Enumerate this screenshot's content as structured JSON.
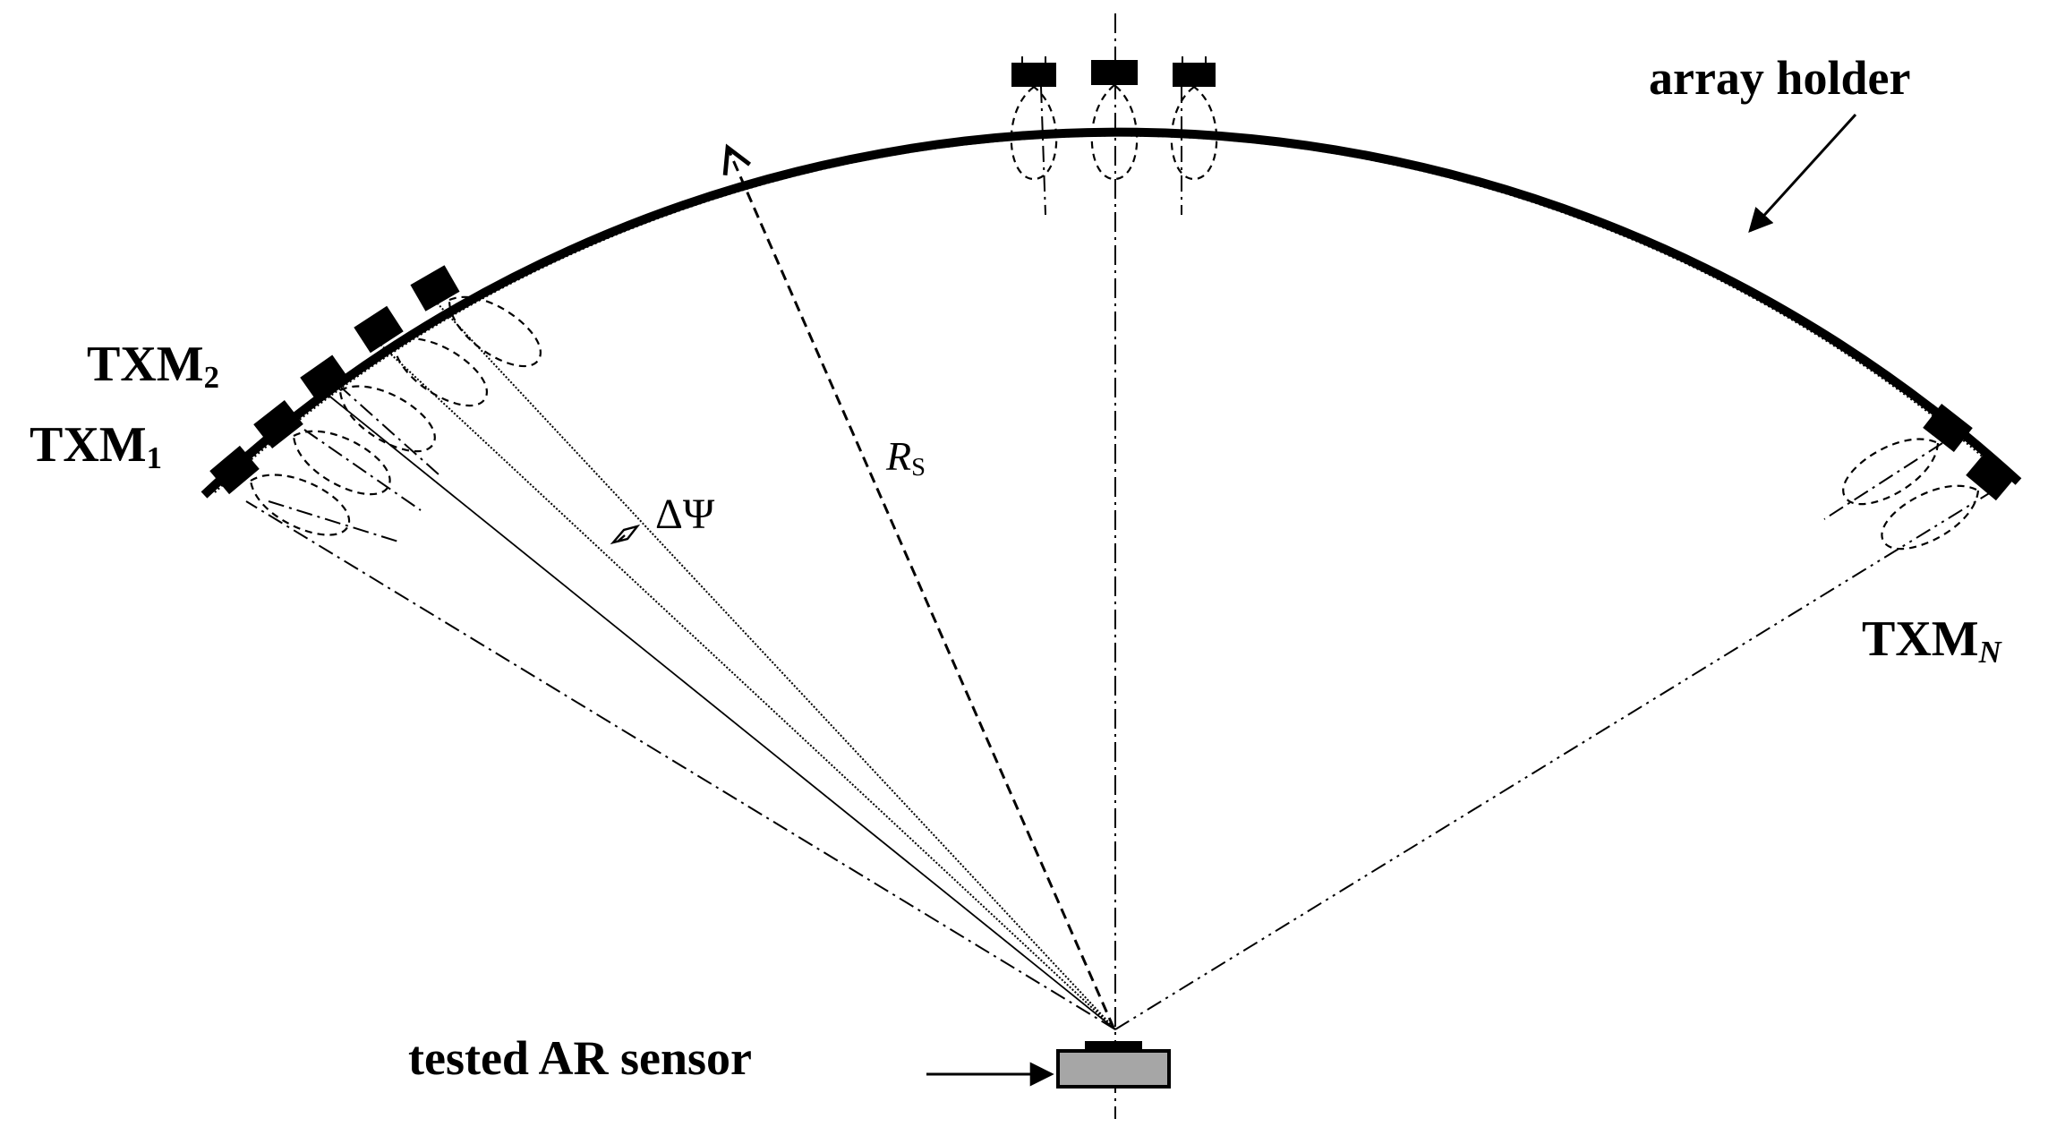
{
  "labels": {
    "array_holder": "array holder",
    "txm1_main": "TXM",
    "txm1_sub": "1",
    "txm2_main": "TXM",
    "txm2_sub": "2",
    "txmN_main": "TXM",
    "txmN_sub": "N",
    "radius_main": "R",
    "radius_sub": "S",
    "delta_psi": "ΔΨ",
    "sensor": "tested AR sensor"
  },
  "colors": {
    "stroke": "#000000",
    "sensor_fill": "#a6a6a6",
    "background": "#ffffff"
  }
}
